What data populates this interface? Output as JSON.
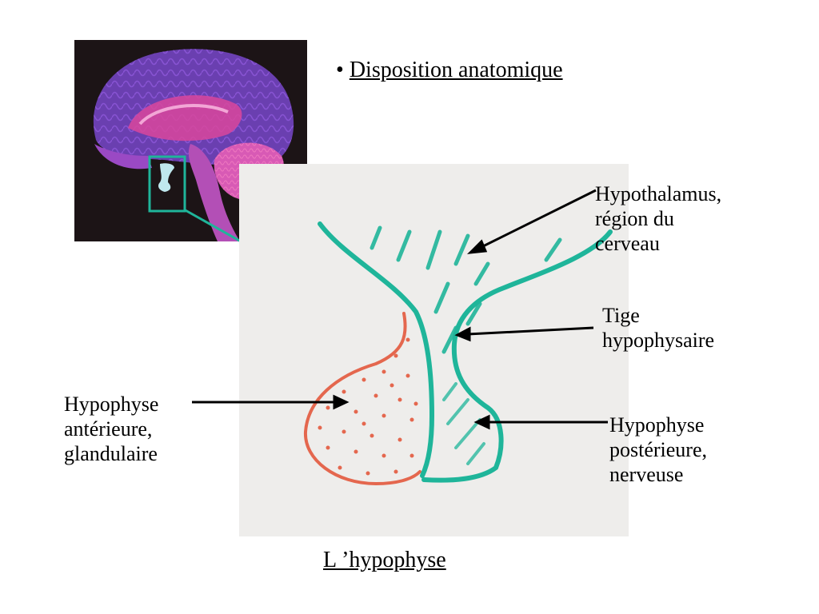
{
  "slide": {
    "heading": "Disposition anatomique",
    "caption": "L ’hypophyse"
  },
  "labels": {
    "hypothalamus": [
      "Hypothalamus,",
      "région du",
      "cerveau"
    ],
    "tige": [
      "Tige",
      "hypophysaire"
    ],
    "anterieure": [
      "Hypophyse",
      "antérieure,",
      "glandulaire"
    ],
    "posterieure": [
      "Hypophyse",
      "postérieure,",
      "nerveuse"
    ]
  },
  "colors": {
    "teal": "#1fb59a",
    "salmon": "#e4674e",
    "brain_bg": "#1c1416",
    "brain_purple": "#6a3fb0",
    "brain_pink": "#d9469c",
    "sketch_bg": "#eeedeb"
  }
}
